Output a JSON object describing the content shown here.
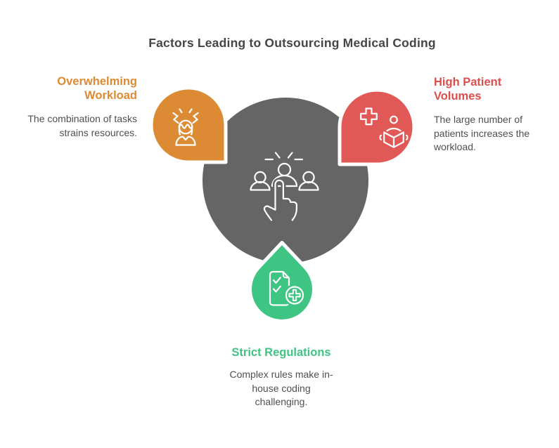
{
  "title": "Factors Leading to Outsourcing Medical Coding",
  "factors": [
    {
      "heading": "Overwhelming Workload",
      "description": "The combination of tasks strains resources.",
      "accent_color": "#DC8A33",
      "icon": "stressed-person-icon",
      "position": "top-left"
    },
    {
      "heading": "High Patient Volumes",
      "description": "The large number of patients increases the workload.",
      "accent_color": "#DC4F4D",
      "icon": "medical-cross-reading-person-icon",
      "position": "top-right"
    },
    {
      "heading": "Strict Regulations",
      "description": "Complex rules make in-house coding challenging.",
      "accent_color": "#3EC483",
      "icon": "checklist-document-plus-icon",
      "position": "bottom"
    }
  ],
  "center": {
    "icon": "people-selection-pointer-icon",
    "circle_color": "#656565"
  },
  "colors": {
    "orange_node": "#DC8A33",
    "red_node": "#E15956",
    "green_node": "#3EC483",
    "gray_circle": "#656565",
    "title_text": "#454545",
    "body_text": "#4F4F4F",
    "background": "#FFFFFF"
  }
}
